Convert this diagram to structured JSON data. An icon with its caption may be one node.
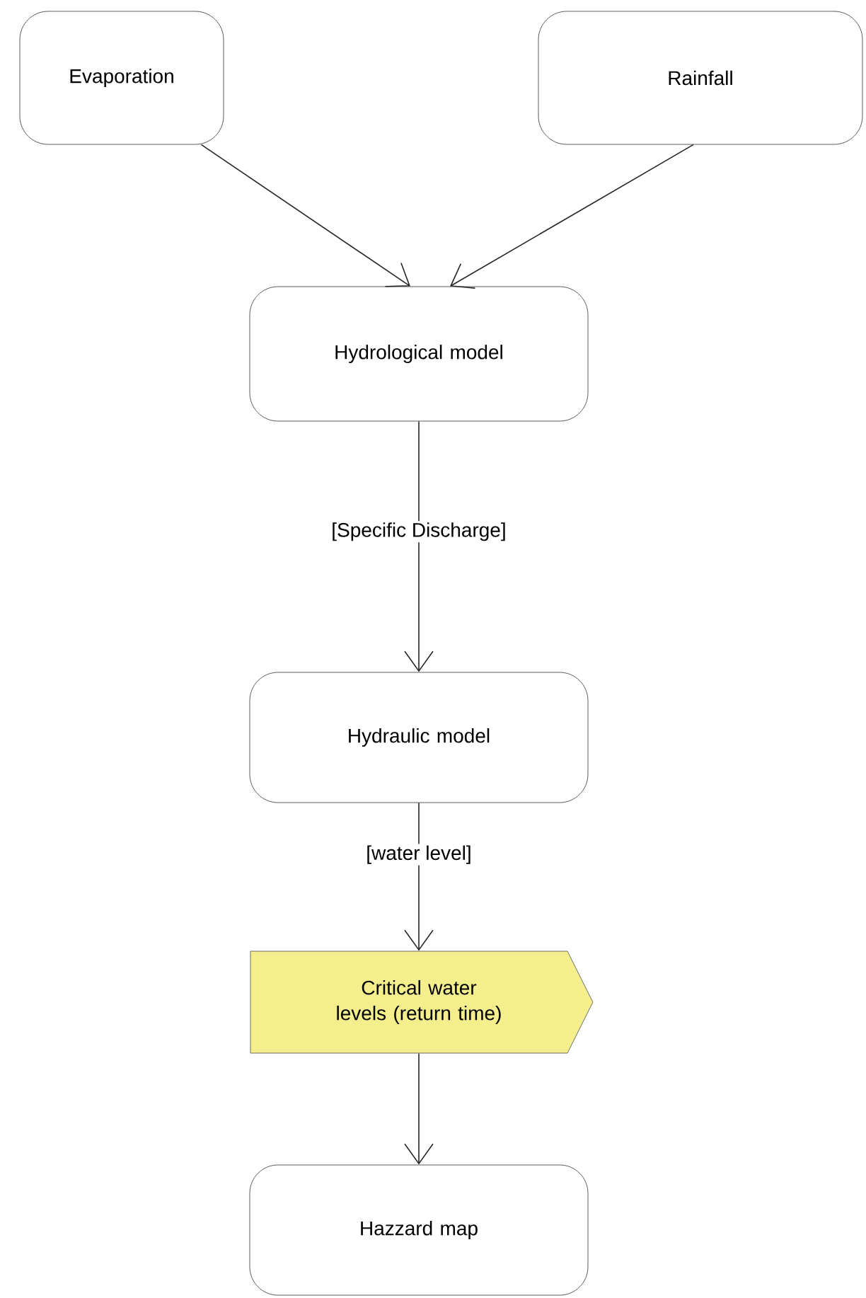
{
  "diagram": {
    "nodes": [
      {
        "text": [
          "Evaporation"
        ]
      },
      {
        "text": [
          "Rainfall"
        ]
      },
      {
        "text": [
          "Hydrological model"
        ]
      },
      {
        "text": [
          "Hydraulic model"
        ]
      },
      {
        "text": [
          "Critical water levels (return time)"
        ]
      },
      {
        "text": [
          "Hazzard map"
        ]
      }
    ],
    "edges": [
      {
        "from": 0,
        "to": 2,
        "arrow": "to"
      },
      {
        "from": 1,
        "to": 2,
        "arrow": "to"
      },
      {
        "from": 2,
        "to": 3,
        "arrow": "to",
        "label": "[Specific Discharge]"
      },
      {
        "from": 3,
        "to": 4,
        "arrow": "to",
        "label": "[water level]"
      },
      {
        "from": 4,
        "to": 5,
        "arrow": "to"
      }
    ]
  }
}
